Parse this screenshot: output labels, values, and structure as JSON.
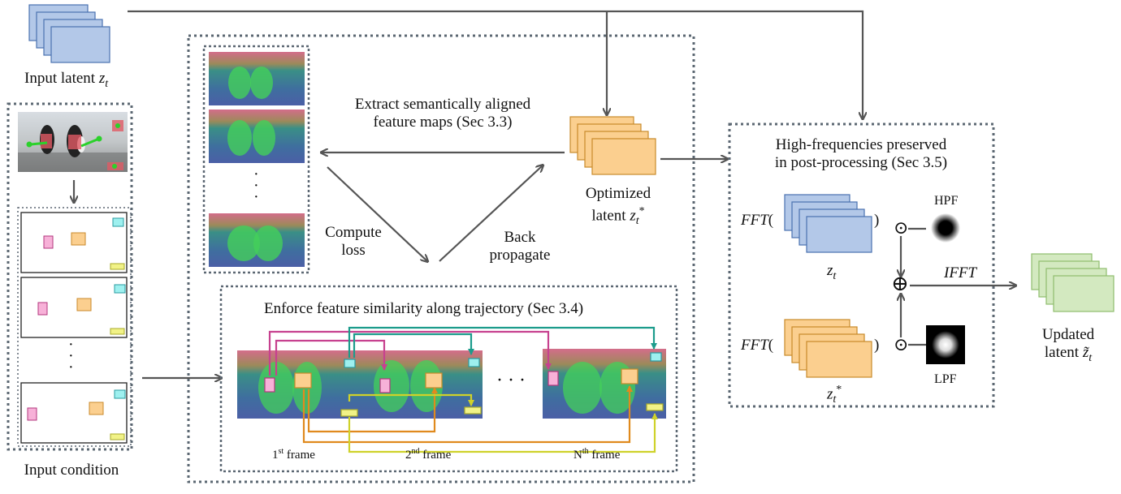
{
  "input_latent": {
    "text": "Input latent",
    "symbol": "z",
    "sub": "t"
  },
  "input_condition": {
    "text": "Input condition",
    "dots": "·\n·\n·"
  },
  "extract": {
    "line1": "Extract semantically aligned",
    "line2": "feature maps  (Sec 3.3)"
  },
  "compute_loss": {
    "line1": "Compute",
    "line2": "loss"
  },
  "back_propagate": {
    "line1": "Back",
    "line2": "propagate"
  },
  "optimized": {
    "line1": "Optimized",
    "line2": "latent",
    "symbol": "z",
    "sub": "t",
    "sup": "*"
  },
  "enforce_title": "Enforce feature similarity along trajectory (Sec 3.4)",
  "frames": [
    {
      "n": "1",
      "sup": "st",
      "word": "frame"
    },
    {
      "n": "2",
      "sup": "nd",
      "word": "frame"
    },
    {
      "n": "N",
      "sup": "th",
      "word": "frame"
    }
  ],
  "frames_ellipsis": "·  ·  ·",
  "feature_dots": "·\n·\n·",
  "hf": {
    "line1": "High-frequencies preserved",
    "line2": "in post-processing (Sec 3.5)"
  },
  "fft": "FFT",
  "ifft": "IFFT",
  "paren_open": "(",
  "paren_close": ")",
  "hpf": "HPF",
  "lpf": "LPF",
  "odot": "⊙",
  "oplus": "⊕",
  "zt_label": {
    "symbol": "z",
    "sub": "t"
  },
  "zt_star_label": {
    "symbol": "z",
    "sub": "t",
    "sup": "*"
  },
  "updated": {
    "line1": "Updated",
    "line2": "latent",
    "symbol": "z̃",
    "sub": "t"
  },
  "colors": {
    "blue_fill": "#b3c8e8",
    "blue_stroke": "#4a72b0",
    "orange_fill": "#fbcf8f",
    "orange_stroke": "#c98a2b",
    "green_fill": "#d3e9c0",
    "green_stroke": "#8fbd6e",
    "dotted": "#5b6772",
    "arrow": "#555555",
    "magenta": "#c7418f",
    "teal": "#1c9c8c",
    "orange_line": "#e08a1e",
    "yellow_line": "#cfd22a"
  }
}
